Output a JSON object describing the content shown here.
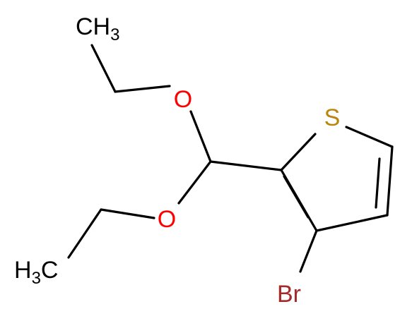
{
  "molecule": {
    "atoms": {
      "S": {
        "text": "S",
        "color": "#b8860b"
      },
      "O1": {
        "text": "O",
        "color": "#ff0000"
      },
      "O2": {
        "text": "O",
        "color": "#ff0000"
      },
      "Br": {
        "text": "Br",
        "color": "#a52a2a"
      },
      "CH3_top": {
        "main": "CH",
        "sub": "3"
      },
      "CH3_bottom": {
        "main": "H",
        "sub": "3",
        "tail": "C"
      }
    }
  }
}
